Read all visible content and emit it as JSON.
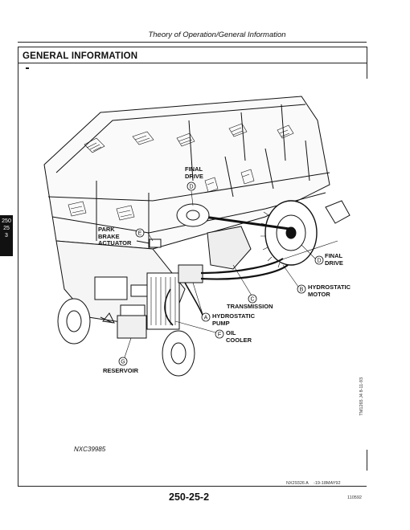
{
  "header": {
    "running_title": "Theory of Operation/General Information"
  },
  "section": {
    "title": "GENERAL INFORMATION"
  },
  "side_tab": {
    "lines": [
      "250",
      "25",
      "3"
    ]
  },
  "figure": {
    "id": "NXC39985",
    "callouts": {
      "final_drive_top": {
        "letter": "D",
        "line1": "FINAL",
        "line2": "DRIVE"
      },
      "park_brake": {
        "letter": "E",
        "line1": "PARK",
        "line2": "BRAKE",
        "line3": "ACTUATOR"
      },
      "final_drive_right": {
        "letter": "D",
        "line1": "FINAL",
        "line2": "DRIVE"
      },
      "hydrostatic_motor": {
        "letter": "B",
        "line1": "HYDROSTATIC",
        "line2": "MOTOR"
      },
      "transmission": {
        "letter": "C",
        "line1": "TRANSMISSION"
      },
      "hydrostatic_pump": {
        "letter": "A",
        "line1": "HYDROSTATIC",
        "line2": "PUMP"
      },
      "oil_cooler": {
        "letter": "F",
        "line1": "OIL",
        "line2": "COOLER"
      },
      "reservoir": {
        "letter": "G",
        "line1": "RESERVOIR"
      }
    }
  },
  "footer": {
    "page_number": "250-25-2",
    "small_left": "NX29326 A",
    "small_mid": "-19-18MAY92",
    "small_right": "110592",
    "vertical_code": "TM1265 J4 8-11-93"
  }
}
